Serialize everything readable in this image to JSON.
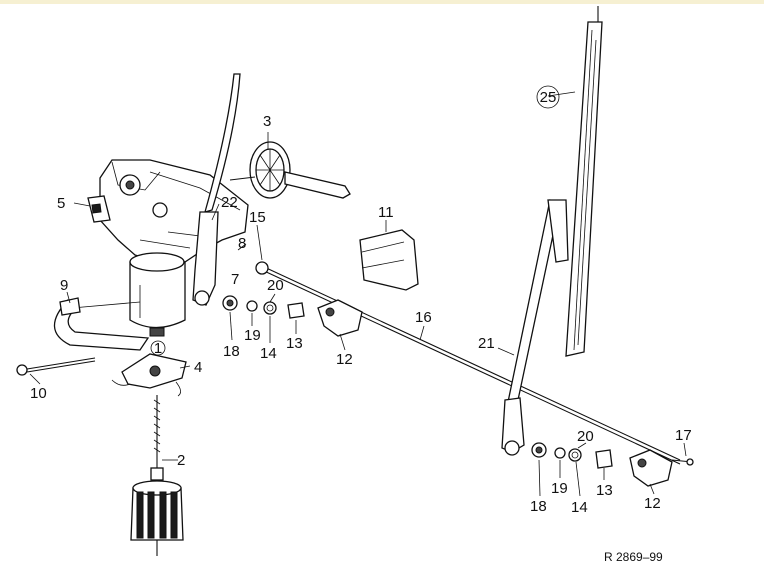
{
  "figure": {
    "reference": "R 2869–99"
  },
  "callouts": {
    "p1": "1",
    "p2": "2",
    "p3": "3",
    "p4": "4",
    "p5": "5",
    "p7": "7",
    "p8": "8",
    "p9": "9",
    "p10": "10",
    "p11": "11",
    "p12a": "12",
    "p12b": "12",
    "p13a": "13",
    "p13b": "13",
    "p14a": "14",
    "p14b": "14",
    "p15": "15",
    "p16": "16",
    "p17": "17",
    "p18a": "18",
    "p18b": "18",
    "p19a": "19",
    "p19b": "19",
    "p20a": "20",
    "p20b": "20",
    "p21": "21",
    "p22": "22",
    "p25": "25"
  },
  "colors": {
    "ink": "#111111",
    "background": "#ffffff",
    "top_band": "#f6f0d2"
  }
}
